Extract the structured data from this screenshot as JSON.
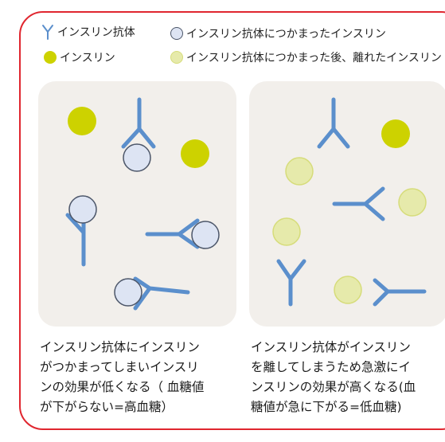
{
  "legend": {
    "antibody": "インスリン抗体",
    "bound": "インスリン抗体につかまったインスリン",
    "insulin": "インスリン",
    "released": "インスリン抗体につかまった後、離れたインスリン"
  },
  "panels": [
    {
      "caption_lines": [
        "インスリン抗体にインスリン",
        "がつかまってしまいインスリ",
        "ンの効果が低くなる（ 血糖値",
        "が下がらない=高血糖）"
      ]
    },
    {
      "caption_lines": [
        "インスリン抗体がインスリン",
        "を離してしまうため急激にイ",
        "ンスリンの効果が高くなる(血",
        "糖値が急に下がる=低血糖)"
      ]
    }
  ],
  "colors": {
    "border": "#e0262f",
    "antibody": "#5b8fcc",
    "insulin": "#cdd200",
    "bound_insulin": "#dde4f3",
    "released_insulin": "#e6eaab",
    "panel_bg": "#f2efeb"
  }
}
